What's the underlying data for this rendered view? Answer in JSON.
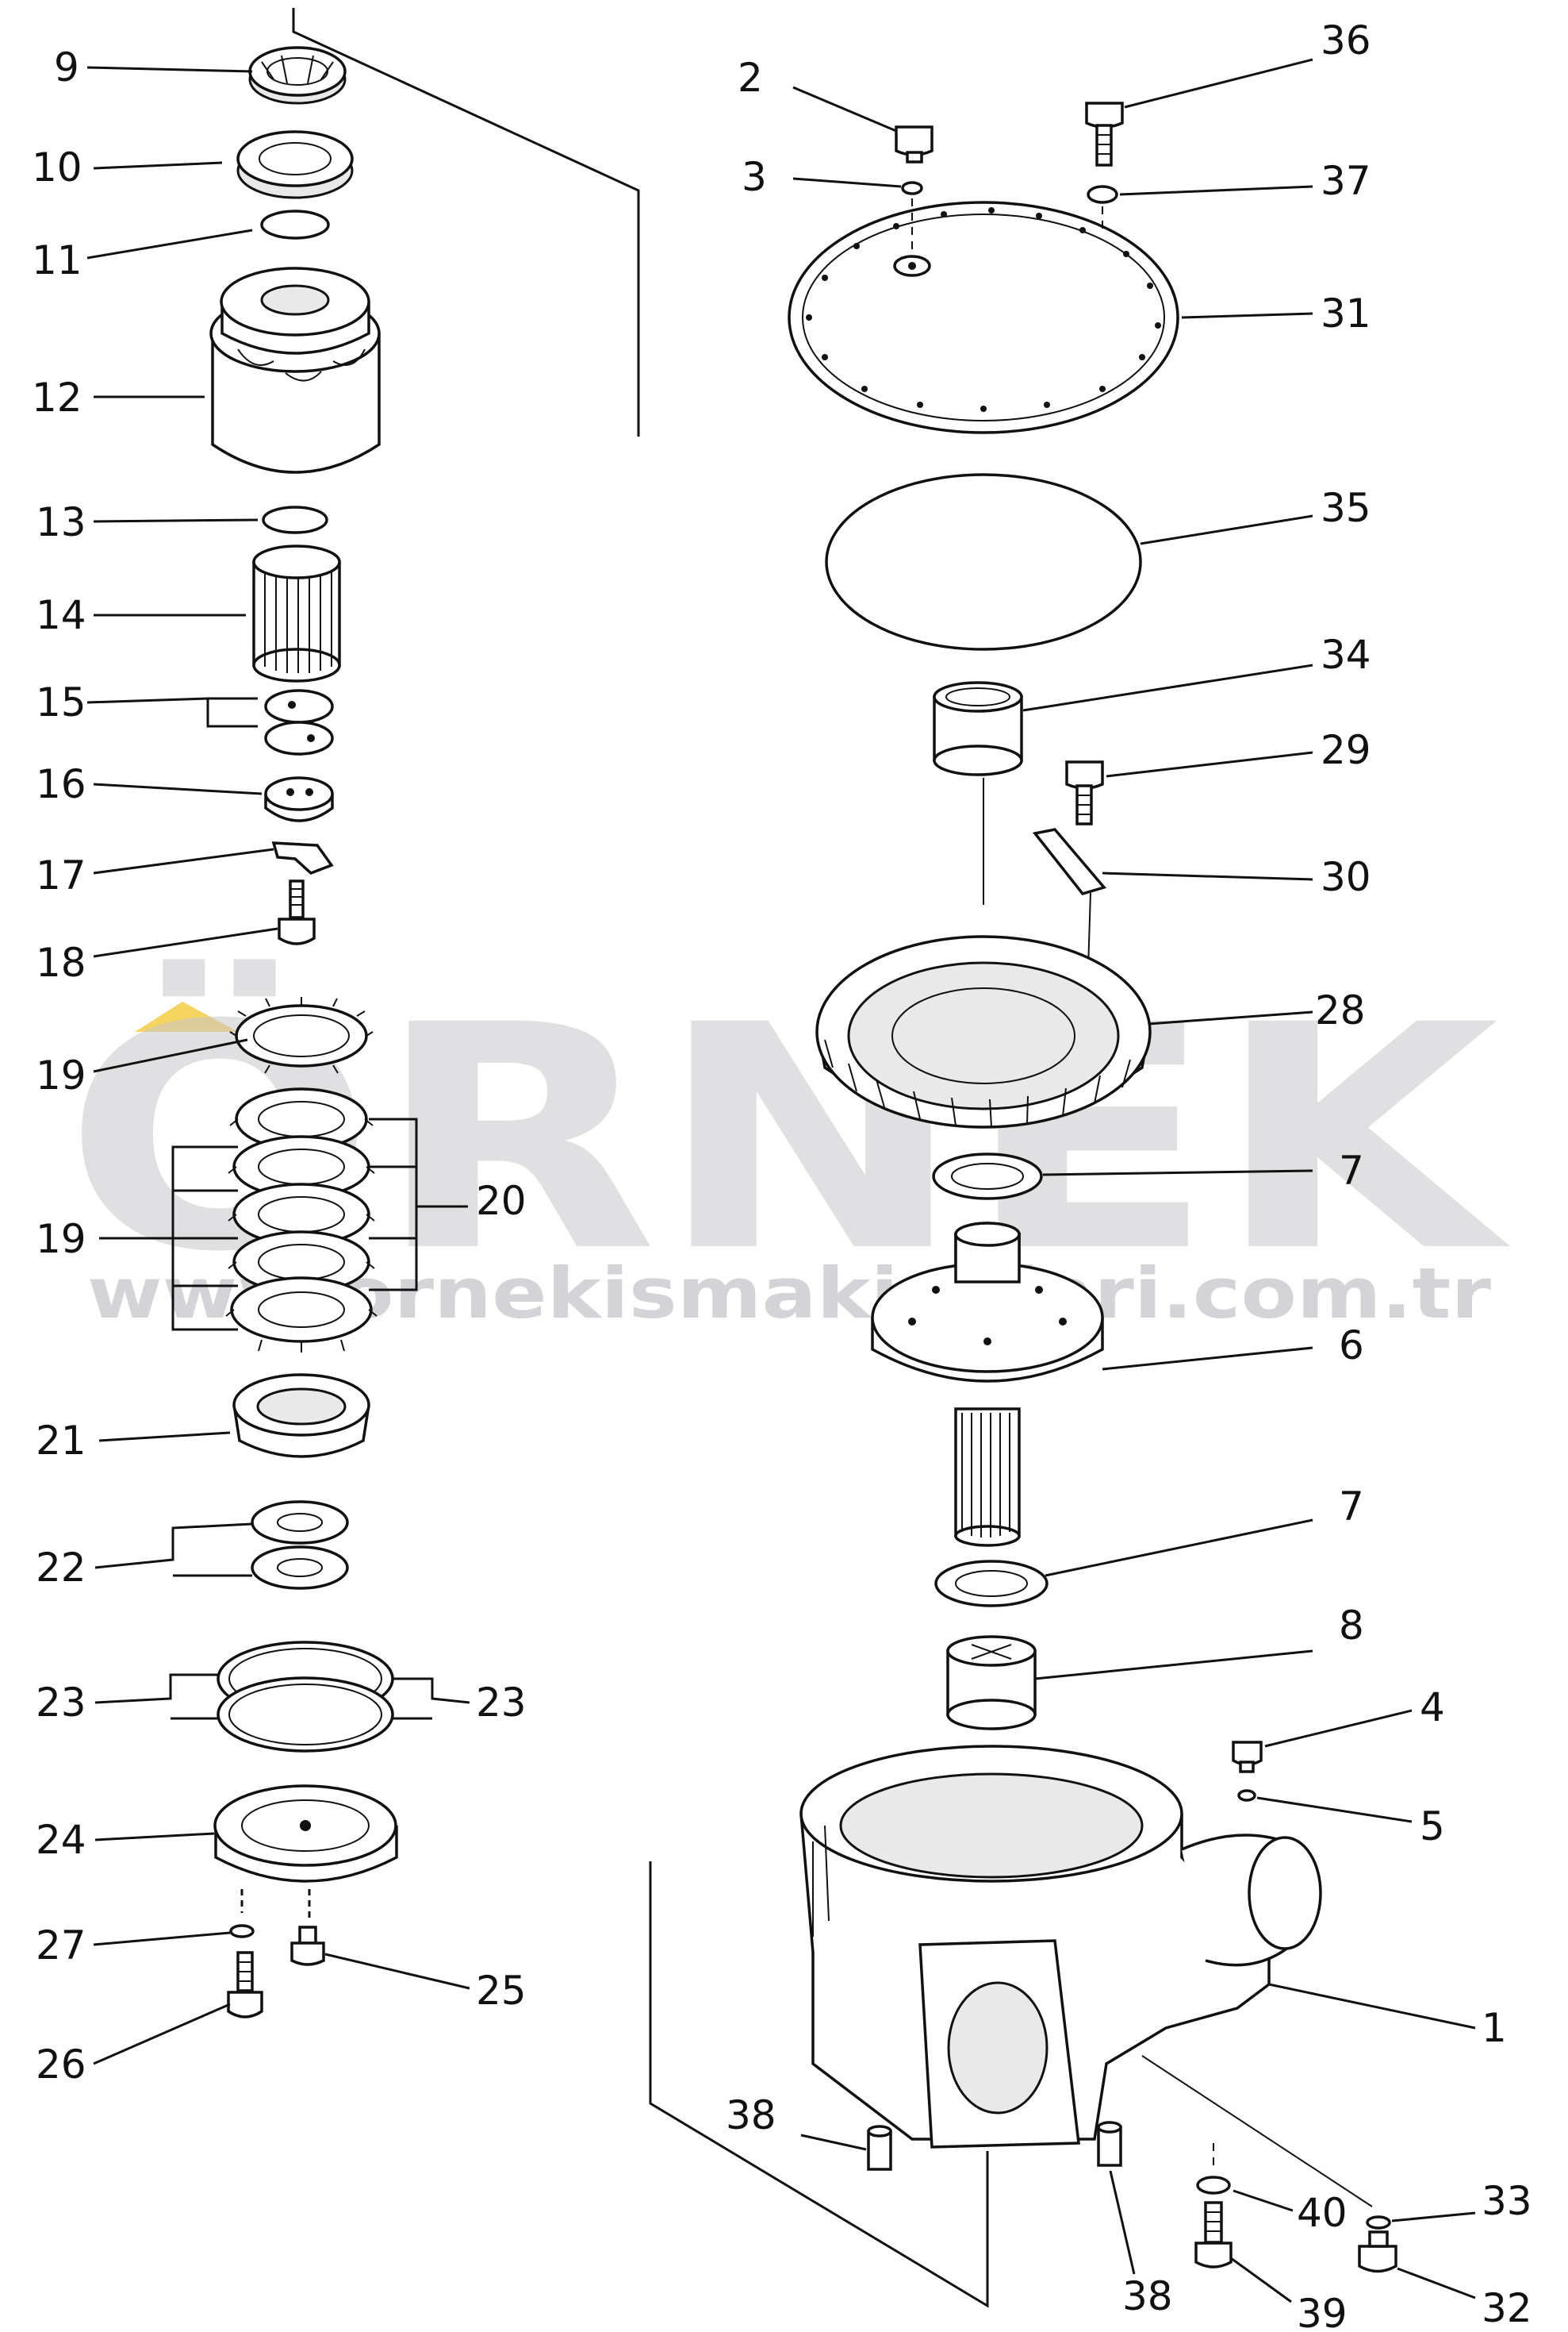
{
  "watermark": {
    "brand": "ÖRNEK",
    "url": "www.ornekismakinalari.com.tr",
    "accent": "#f2c62a"
  },
  "callouts": {
    "c1": "1",
    "c2": "2",
    "c3": "3",
    "c4": "4",
    "c5": "5",
    "c6": "6",
    "c7a": "7",
    "c7b": "7",
    "c8": "8",
    "c9": "9",
    "c10": "10",
    "c11": "11",
    "c12": "12",
    "c13": "13",
    "c14": "14",
    "c15": "15",
    "c16": "16",
    "c17": "17",
    "c18": "18",
    "c19a": "19",
    "c19b": "19",
    "c20": "20",
    "c21": "21",
    "c22": "22",
    "c23a": "23",
    "c23b": "23",
    "c24": "24",
    "c25": "25",
    "c26": "26",
    "c27": "27",
    "c28": "28",
    "c29": "29",
    "c30": "30",
    "c31": "31",
    "c32": "32",
    "c33": "33",
    "c34": "34",
    "c35": "35",
    "c36": "36",
    "c37": "37",
    "c38a": "38",
    "c38b": "38",
    "c39": "39",
    "c40": "40"
  }
}
